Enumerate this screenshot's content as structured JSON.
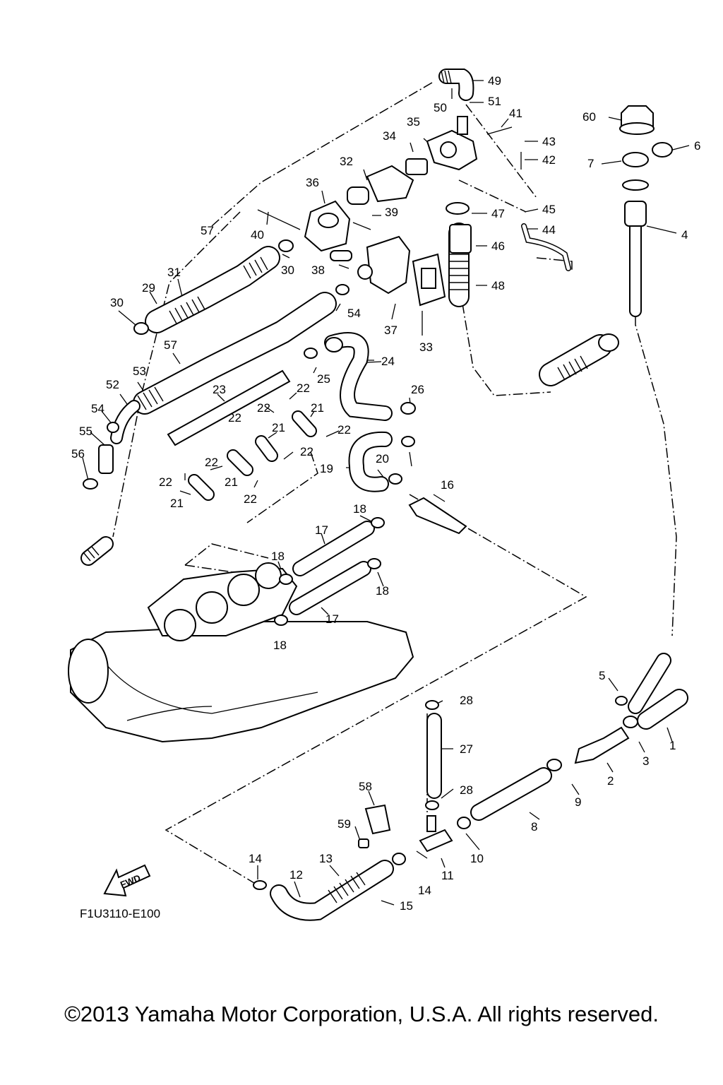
{
  "diagram": {
    "drawing_code": "F1U3110-E100",
    "fwd_label": "FWD",
    "copyright": "©2013 Yamaha Motor Corporation, U.S.A. All rights reserved.",
    "callouts": [
      "49",
      "51",
      "50",
      "41",
      "35",
      "60",
      "43",
      "6",
      "34",
      "42",
      "7",
      "32",
      "36",
      "45",
      "47",
      "39",
      "40",
      "44",
      "57",
      "46",
      "30",
      "38",
      "4",
      "31",
      "29",
      "48",
      "54",
      "30",
      "37",
      "33",
      "24",
      "57",
      "25",
      "26",
      "53",
      "23",
      "22",
      "52",
      "22",
      "21",
      "22",
      "54",
      "21",
      "22",
      "55",
      "22",
      "21",
      "20",
      "19",
      "56",
      "22",
      "22",
      "21",
      "22",
      "16",
      "18",
      "17",
      "18",
      "18",
      "17",
      "18",
      "5",
      "28",
      "1",
      "3",
      "27",
      "2",
      "58",
      "28",
      "9",
      "8",
      "59",
      "10",
      "14",
      "13",
      "11",
      "12",
      "14",
      "15"
    ]
  }
}
